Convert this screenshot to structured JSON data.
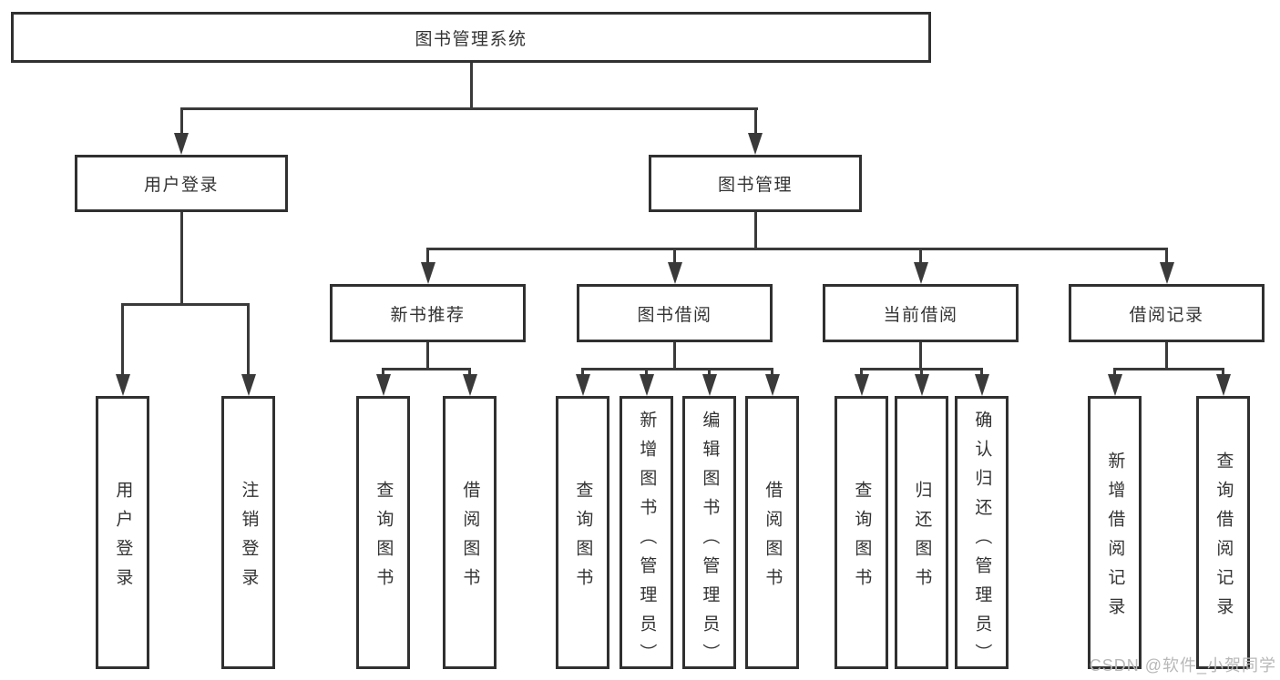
{
  "colors": {
    "line": "#3a3a3a",
    "border": "#303030",
    "text": "#333333",
    "watermark": "#b8b8b8",
    "background": "#ffffff"
  },
  "watermark": "CSDN @软件_小贺同学",
  "nodes": {
    "root": "图书管理系统",
    "user_login": "用户登录",
    "book_mgmt": "图书管理",
    "new_book_rec": "新书推荐",
    "book_borrow": "图书借阅",
    "current_borrow": "当前借阅",
    "borrow_records": "借阅记录",
    "leaf_user_login": "用户登录",
    "leaf_logout": "注销登录",
    "rec_query_book": "查询图书",
    "rec_borrow_book": "借阅图书",
    "bb_query_book": "查询图书",
    "bb_add_book": "新增图书（管理员）",
    "bb_edit_book": "编辑图书（管理员）",
    "bb_borrow_book": "借阅图书",
    "cb_query_book": "查询图书",
    "cb_return_book": "归还图书",
    "cb_confirm_return": "确认归还（管理员）",
    "br_add_record": "新增借阅记录",
    "br_query_record": "查询借阅记录"
  }
}
